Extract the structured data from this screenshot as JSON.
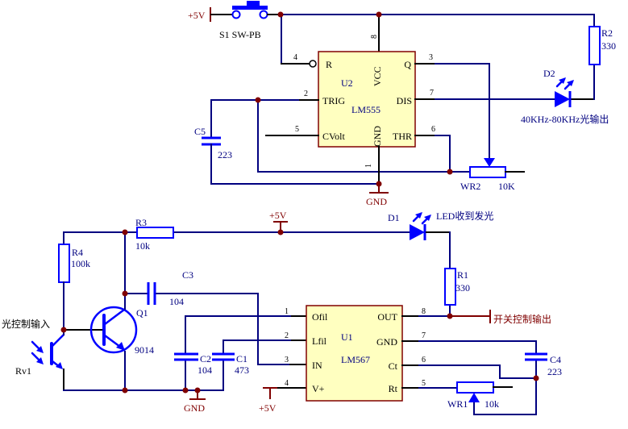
{
  "components": {
    "s1": {
      "label": "S1 SW-PB"
    },
    "u2": {
      "ref": "U2",
      "part": "LM555",
      "pins": {
        "r": "R",
        "trig": "TRIG",
        "cvolt": "CVolt",
        "vcc": "VCC",
        "gnd": "GND",
        "q": "Q",
        "dis": "DIS",
        "thr": "THR"
      },
      "nums": {
        "n1": "1",
        "n2": "2",
        "n3": "3",
        "n4": "4",
        "n5": "5",
        "n6": "6",
        "n7": "7",
        "n8": "8"
      }
    },
    "u1": {
      "ref": "U1",
      "part": "LM567",
      "pins": {
        "ofil": "Ofil",
        "lfil": "Lfil",
        "in": "IN",
        "vplus": "V+",
        "out": "OUT",
        "gnd": "GND",
        "ct": "Ct",
        "rt": "Rt"
      },
      "nums": {
        "n1": "1",
        "n2": "2",
        "n3": "3",
        "n4": "4",
        "n5": "5",
        "n6": "6",
        "n7": "7",
        "n8": "8"
      }
    },
    "r1": {
      "ref": "R1",
      "value": "330"
    },
    "r2": {
      "ref": "R2",
      "value": "330"
    },
    "r3": {
      "ref": "R3",
      "value": "10k"
    },
    "r4": {
      "ref": "R4",
      "value": "100k"
    },
    "c1": {
      "ref": "C1",
      "value": "473"
    },
    "c2": {
      "ref": "C2",
      "value": "104"
    },
    "c3": {
      "ref": "C3",
      "value": "104"
    },
    "c4": {
      "ref": "C4",
      "value": "223"
    },
    "c5": {
      "ref": "C5",
      "value": "223"
    },
    "wr1": {
      "ref": "WR1",
      "value": "10k"
    },
    "wr2": {
      "ref": "WR2",
      "value": "10K"
    },
    "d1": {
      "ref": "D1",
      "annotation": "LED收到发光"
    },
    "d2": {
      "ref": "D2",
      "annotation": "40KHz-80KHz光输出"
    },
    "q1": {
      "ref": "Q1",
      "value": "9014"
    },
    "rv1": {
      "ref": "Rv1"
    }
  },
  "power": {
    "vcc_top": "+5V",
    "vcc_mid": "+5V",
    "vcc_u1": "+5V",
    "gnd_u2": "GND",
    "gnd_u1": "GND"
  },
  "ports": {
    "light_input": "光控制输入",
    "switch_output": "开关控制输出"
  },
  "colors": {
    "wire": "#000080",
    "component": "#0000FF",
    "power": "#800000",
    "ic_fill": "#FFFFC0",
    "ic_border": "#800000",
    "text_black": "#000000"
  }
}
